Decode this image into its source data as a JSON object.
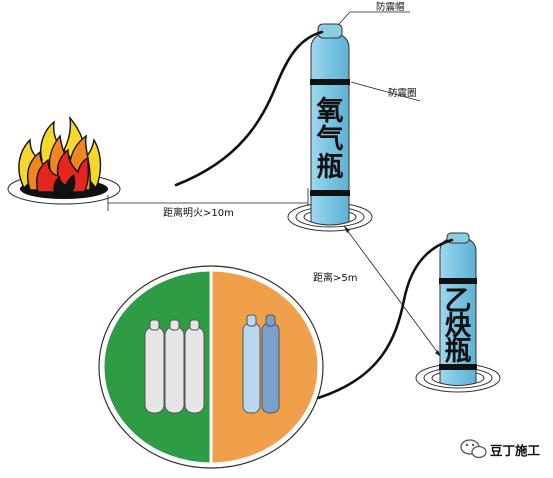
{
  "labels": {
    "anti_shock_cap": "防震帽",
    "anti_shock_ring": "防震圈",
    "distance_fire": "距离明火>10m",
    "distance_bottles": "距离>5m"
  },
  "oxygen_bottle": {
    "chars": [
      "氧",
      "气",
      "瓶"
    ],
    "color": "#7fc8e4"
  },
  "acetylene_bottle": {
    "chars": [
      "乙",
      "炔",
      "瓶"
    ],
    "color": "#7fc8e4"
  },
  "storage": {
    "left_color": "#2e9b45",
    "right_color": "#f0a04a"
  },
  "watermark": {
    "text": "豆丁施工",
    "icon": "wechat-icon"
  }
}
